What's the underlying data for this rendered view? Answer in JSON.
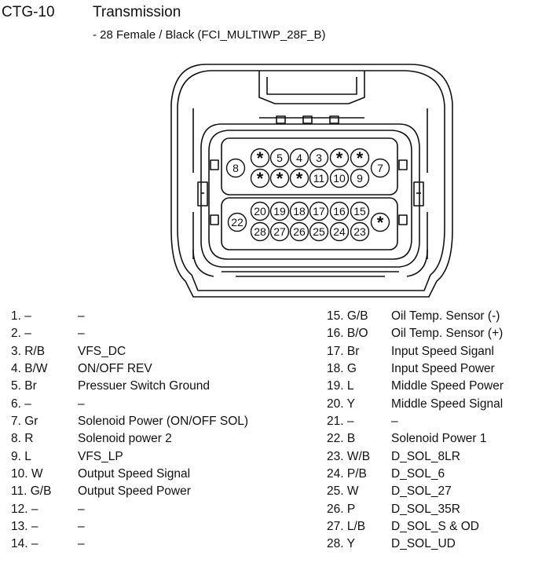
{
  "header": {
    "code": "CTG-10",
    "title": "Transmission",
    "subtitle": "- 28 Female / Black (FCI_MULTIWP_28F_B)"
  },
  "connector": {
    "upper_row_1": [
      "*",
      "5",
      "4",
      "3",
      "*",
      "*"
    ],
    "upper_row_2": [
      "*",
      "*",
      "*",
      "11",
      "10",
      "9"
    ],
    "left_pin": "8",
    "right_pin": "7",
    "lower_left_pin": "22",
    "lower_row_1": [
      "20",
      "19",
      "18",
      "17",
      "16",
      "15"
    ],
    "lower_row_2": [
      "28",
      "27",
      "26",
      "25",
      "24",
      "23"
    ],
    "lower_right_pin": "*"
  },
  "pins_left": [
    {
      "num": "1. –",
      "func": "–"
    },
    {
      "num": "2. –",
      "func": "–"
    },
    {
      "num": "3. R/B",
      "func": "VFS_DC"
    },
    {
      "num": "4. B/W",
      "func": "ON/OFF REV"
    },
    {
      "num": "5. Br",
      "func": "Pressuer Switch Ground"
    },
    {
      "num": "6. –",
      "func": "–"
    },
    {
      "num": "7. Gr",
      "func": "Solenoid Power (ON/OFF SOL)"
    },
    {
      "num": "8. R",
      "func": "Solenoid power 2"
    },
    {
      "num": "9. L",
      "func": "VFS_LP"
    },
    {
      "num": "10. W",
      "func": "Output Speed Signal"
    },
    {
      "num": "11. G/B",
      "func": "Output Speed Power"
    },
    {
      "num": "12. –",
      "func": "–"
    },
    {
      "num": "13. –",
      "func": "–"
    },
    {
      "num": "14. –",
      "func": "–"
    }
  ],
  "pins_right": [
    {
      "num": "15. G/B",
      "func": "Oil Temp. Sensor (-)"
    },
    {
      "num": "16. B/O",
      "func": "Oil Temp. Sensor (+)"
    },
    {
      "num": "17. Br",
      "func": "Input Speed Siganl"
    },
    {
      "num": "18. G",
      "func": "Input Speed Power"
    },
    {
      "num": "19. L",
      "func": "Middle Speed Power"
    },
    {
      "num": "20. Y",
      "func": "Middle Speed Signal"
    },
    {
      "num": "21. –",
      "func": "–"
    },
    {
      "num": "22. B",
      "func": "Solenoid Power 1"
    },
    {
      "num": "23. W/B",
      "func": "D_SOL_8LR"
    },
    {
      "num": "24. P/B",
      "func": "D_SOL_6"
    },
    {
      "num": "25. W",
      "func": "D_SOL_27"
    },
    {
      "num": "26. P",
      "func": "D_SOL_35R"
    },
    {
      "num": "27. L/B",
      "func": "D_SOL_S & OD"
    },
    {
      "num": "28. Y",
      "func": "D_SOL_UD"
    }
  ]
}
